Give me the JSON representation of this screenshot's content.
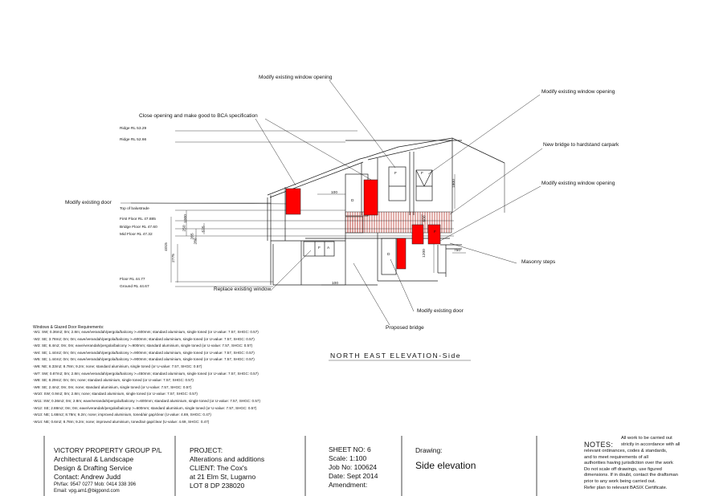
{
  "annotations": {
    "modify_window_top": "Modify existing window opening",
    "close_opening": "Close opening and make good to BCA specification",
    "modify_window_right": "Modify existing window opening",
    "new_bridge": "New bridge to hardstand carpark",
    "modify_window_right2": "Modify existing window opening",
    "modify_door_left": "Modify existing door",
    "replace_window": "Replace existing window",
    "masonry_steps": "Masonry steps",
    "modify_door_bottom": "Modify existing door",
    "proposed_bridge": "Proposed bridge"
  },
  "levels": {
    "ridge1": "Ridge RL 53.29",
    "ridge2": "Ridge RL 52.66",
    "balustrade": "Top of balustrade",
    "first_floor": "First Floor RL 47.885",
    "bridge_floor": "Bridge Floor RL 47.60",
    "mid_floor": "Mid Floor RL 47.32",
    "floor": "Floor RL 44.77",
    "ground": "Ground RL 44.67"
  },
  "dimensions": {
    "d1000": "1000",
    "d250": "250",
    "d285": "285",
    "d280": "280",
    "d575": "575",
    "d4015": "4015",
    "d2775": "2775",
    "d100_top": "100",
    "d1800": "1800",
    "d1200": "1200",
    "d600": "600",
    "d750": "750",
    "d100_bottom": "100"
  },
  "window_marks": {
    "d1": "D",
    "f1": "F",
    "f2": "F",
    "f3": "F",
    "d2": "D",
    "f4": "F",
    "a1": "A"
  },
  "windows": {
    "title": "Windows & Glazed Door Requirements:",
    "rows": [
      "-W1: SW; 0.36m2; 0m; 2.8m; eave/verandah/pergola/balcony >=600mm; standard aluminium, single toned (or U-value: 7.57, SHGC: 0.57)",
      "-W2: SE; 3.78m2; 0m; 0m; eave/verandah/pergola/balcony >=600mm; standard aluminium, single toned (or U-value: 7.57, SHGC: 0.57)",
      "-W3: SE; 8.4m2; 0m; 0m; eave/verandah/pergola/balcony >=900mm; standard aluminium, single toned (or U-value: 7.57, SHGC: 0.57)",
      "-W4: SE; 1.44m2; 0m; 0m; eave/verandah/pergola/balcony >=900mm; standard aluminium, single toned (or U-value: 7.57, SHGC: 0.57)",
      "-W5: SE; 1.44m2; 0m; 0m; eave/verandah/pergola/balcony >=900mm; standard aluminium, single toned (or U-value: 7.57, SHGC: 0.57)",
      "-W6: NE; 6.33m2; 8.78m; 9.2m; none; standard aluminium, single toned (or U-value: 7.57, SHGC: 0.57)",
      "-W7: SW; 0.87m2; 0m; 2.8m; eave/verandah/pergola/balcony >=450mm; standard aluminium, single toned (or U-value: 7.57, SHGC: 0.57)",
      "-W8: SE; 8.29m2; 0m; 0m; none; standard aluminium, single toned (or U-value: 7.57, SHGC: 0.57)",
      "-W9: SE; 2.4m2; 0m; 0m; none; standard aluminium, single toned (or U-value: 7.57, SHGC: 0.57)",
      "-W10: SW; 0.9m2; 0m; 2.8m; none; standard aluminium, single toned (or U-value: 7.57, SHGC: 0.57)",
      "-W11: SW; 0.36m2; 0m; 2.8m; eave/verandah/pergola/balcony >=600mm; standard aluminium, single toned (or U-value: 7.57, SHGC: 0.57)",
      "-W12: SE; 2.88m2; 0m; 0m; eave/verandah/pergola/balcony >=600mm; standard aluminium, single toned (or U-value: 7.57, SHGC: 0.57)",
      "-W13: NE; 1.68m2; 8.78m; 9.2m; none; improved aluminium, toned/air gap/clear (U-value: 4.69, SHGC: 0.47)",
      "-W14: NE; 0.6m2; 8.78m; 9.2m; none; improved aluminium, toned/air gap/clear (U-value: 4.69, SHGC: 0.47)"
    ]
  },
  "elevation_title": "NORTH EAST ELEVATION-Side",
  "title_block": {
    "company": {
      "name": "VICTORY PROPERTY GROUP P/L",
      "line1": "Architectural & Landscape",
      "line2": "Design & Drafting Service",
      "contact": "Contact: Andrew Judd",
      "phone": "Ph/fax: 9547 0277 Mob: 0414 338 396",
      "email": "Email: vpg.am1@bigpond.com"
    },
    "project": {
      "label": "PROJECT:",
      "line1": "Alterations and additions",
      "client": "CLIENT: The Cox's",
      "address": "at 21 Elm St, Lugarno",
      "lot": "LOT 8 DP 238020"
    },
    "sheet": {
      "sheet_no": "SHEET NO: 6",
      "scale": "Scale: 1:100",
      "job_no": "Job No: 100624",
      "date": "Date: Sept 2014",
      "amendment": "Amendment:"
    },
    "drawing": {
      "label": "Drawing:",
      "name": "Side elevation"
    },
    "notes": {
      "heading": "NOTES:",
      "lines": [
        "All work to be carried out",
        "strictly in accordance with all",
        "relevant ordinances, codes & standards,",
        "and to meet requirements of all",
        "authorities having jurisdiction over the work",
        "Do not scale off drawings, use figured",
        "dimensions. If in doubt, contact the draftsman",
        "prior to any work being carried out.",
        "Refer plan to relevant BASIX Certificate."
      ]
    }
  },
  "colors": {
    "line": "#1a1a1a",
    "red_fill": "#ff0000",
    "hatch": "#c0392b"
  }
}
